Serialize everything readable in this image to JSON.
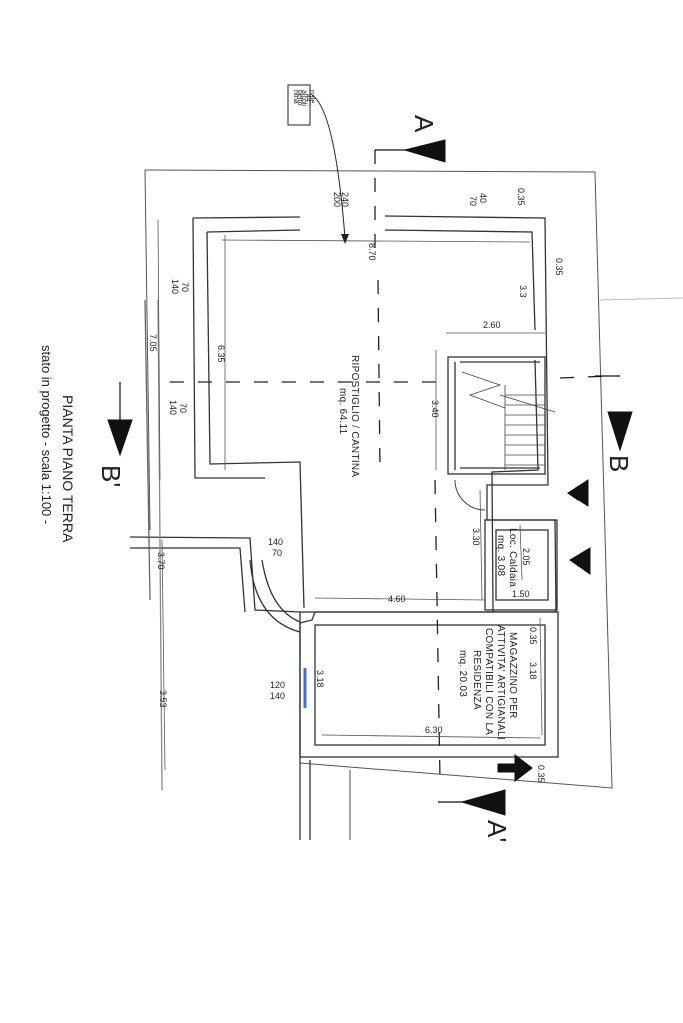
{
  "title": "PIANTA PIANO TERRA",
  "subtitle": "stato in progetto - scala 1:100 -",
  "note_lines": [
    "ntna",
    "petto",
    "alcoli",
    ": 44",
    "nale."
  ],
  "sections": {
    "a": "A",
    "a_prime": "A'",
    "b": "B",
    "b_prime": "B'"
  },
  "rooms": {
    "storage": {
      "name": "RIPOSTIGLIO / CANTINA",
      "area": "mq. 64.11"
    },
    "boiler": {
      "name": "Loc. Caldaia",
      "area": "mq. 3.08"
    },
    "warehouse": {
      "lines": [
        "MAGAZZINO PER",
        "ATTIVITA' ARTIGIANALI",
        "COMPATIBILI CON LA",
        "RESIDENZA"
      ],
      "area": "mq. 20.03"
    }
  },
  "dimensions": {
    "d_200": "200",
    "d_240": "240",
    "d_40": "40",
    "d_70_top": "70",
    "d_035_a": "0.35",
    "d_035_b": "0.35",
    "d_035_c": "0.35",
    "d_035_d": "0.35",
    "d_870": "8.70",
    "d_33": "3.3",
    "d_260": "2.60",
    "d_340": "3.40",
    "d_140_a": "140",
    "d_70_a": "70",
    "d_140_b": "140",
    "d_70_b": "70",
    "d_140_c": "140",
    "d_70_c": "70",
    "d_120": "120",
    "d_140_d": "140",
    "d_705": "7.05",
    "d_635": "6.35",
    "d_330": "3.30",
    "d_205": "2.05",
    "d_150": "1.50",
    "d_460": "4.60",
    "d_318_a": "3.18",
    "d_318_b": "3.18",
    "d_630": "6.30",
    "d_370": "3.70",
    "d_353": "3.53"
  }
}
